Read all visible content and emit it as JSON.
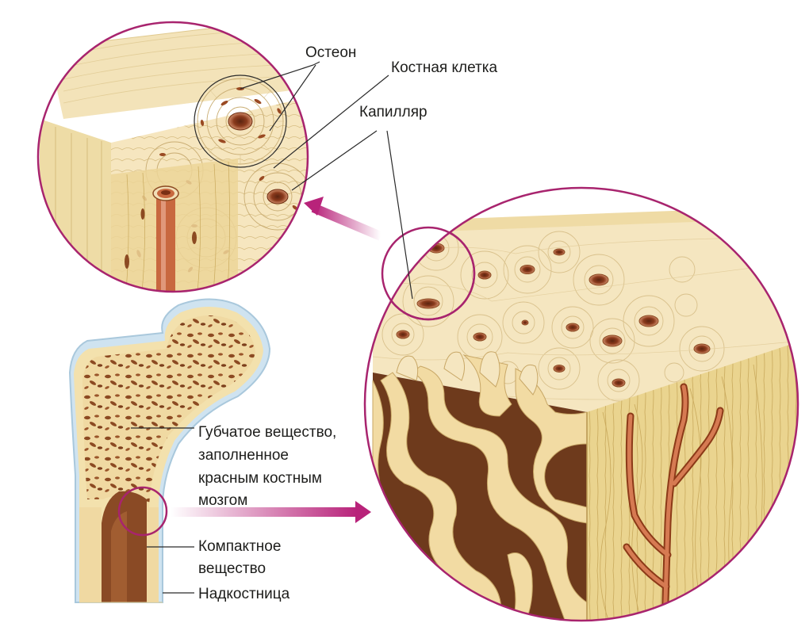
{
  "labels": {
    "osteon": "Остеон",
    "bone_cell": "Костная клетка",
    "capillary": "Капилляр",
    "spongy_line1": "Губчатое вещество,",
    "spongy_line2": "заполненное",
    "spongy_line3": "красным костным",
    "spongy_line4": "мозгом",
    "compact_line1": "Компактное",
    "compact_line2": "вещество",
    "periosteum": "Надкостница"
  },
  "colors": {
    "circle_outline": "#a8246e",
    "arrow": "#b8237a",
    "bone_light": "#f4e4b8",
    "bone_mid": "#e9d197",
    "marrow": "#8c4a22",
    "capillary": "#c8683f",
    "periosteum": "#cfe3f0"
  }
}
